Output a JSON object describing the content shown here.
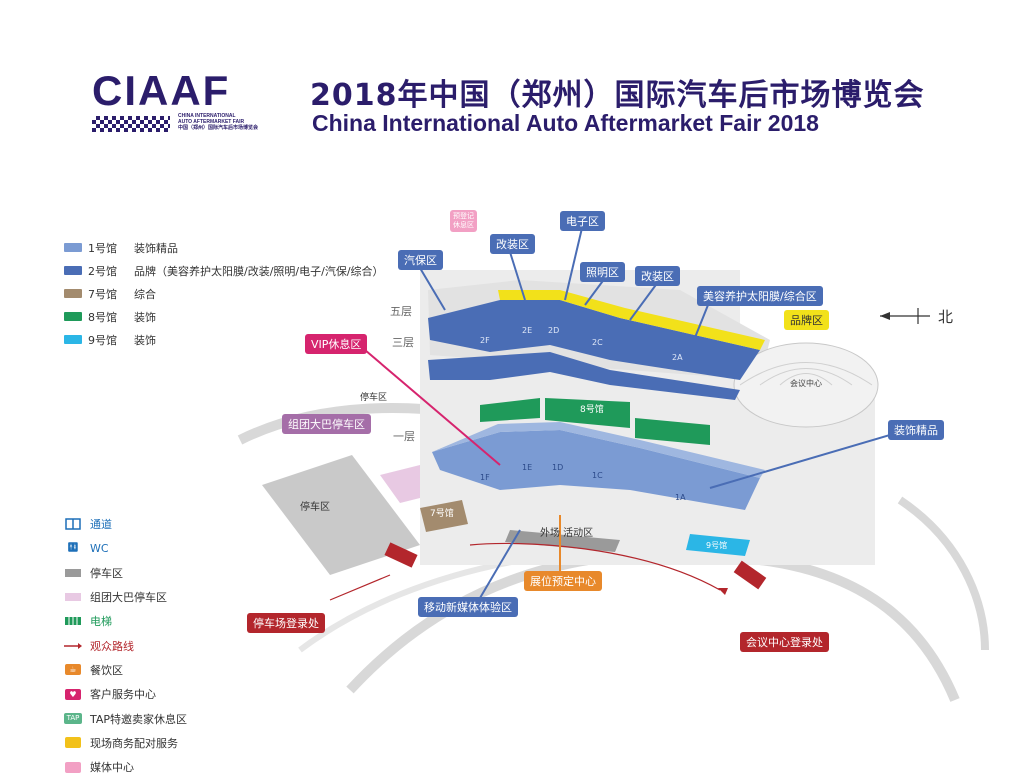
{
  "header": {
    "logo_text": "CIAAF",
    "logo_sub1": "CHINA INTERNATIONAL",
    "logo_sub2": "AUTO AFTERMARKET FAIR",
    "logo_sub3": "中国（郑州）国际汽车后市场博览会",
    "title_cn": "2018年中国（郑州）国际汽车后市场博览会",
    "title_en": "China International Auto Aftermarket Fair 2018"
  },
  "legend_halls": [
    {
      "hall": "1号馆",
      "desc": "装饰精品",
      "color": "#7b9bd3"
    },
    {
      "hall": "2号馆",
      "desc": "品牌（美容养护太阳膜/改装/照明/电子/汽保/综合）",
      "color": "#4a6db5"
    },
    {
      "hall": "7号馆",
      "desc": "综合",
      "color": "#a38b6e"
    },
    {
      "hall": "8号馆",
      "desc": "装饰",
      "color": "#1f9a5a"
    },
    {
      "hall": "9号馆",
      "desc": "装饰",
      "color": "#2bb6e6"
    }
  ],
  "legend_facilities": [
    {
      "icon": "passage-icon",
      "label": "通道",
      "color": "#1d6fb8"
    },
    {
      "icon": "wc-icon",
      "label": "WC",
      "color": "#1d6fb8"
    },
    {
      "icon": "parking-swatch",
      "label": "停车区",
      "color": "#9a9a9a"
    },
    {
      "icon": "bus-parking-swatch",
      "label": "组团大巴停车区",
      "color": "#e8c9e3"
    },
    {
      "icon": "elevator-icon",
      "label": "电梯",
      "color": "#1f9a5a"
    },
    {
      "icon": "route-arrow-icon",
      "label": "观众路线",
      "color": "#b3262c"
    },
    {
      "icon": "dining-icon",
      "label": "餐饮区",
      "color": "#e8892b"
    },
    {
      "icon": "heart-icon",
      "label": "客户服务中心",
      "color": "#d6246e"
    },
    {
      "icon": "tap-icon",
      "label": "TAP特邀卖家休息区",
      "color": "#5bb58a"
    },
    {
      "icon": "business-icon",
      "label": "现场商务配对服务",
      "color": "#f2c11a"
    },
    {
      "icon": "media-icon",
      "label": "媒体中心",
      "color": "#f2a0c4"
    }
  ],
  "map": {
    "north_label": "北",
    "floor_5": "五层",
    "floor_3": "三层",
    "floor_1": "一层",
    "conference_center": "会议中心",
    "parking_large": "停车区",
    "parking_small": "停车区",
    "outdoor_area": "外场 活动区",
    "hall7": "7号馆",
    "hall8": "8号馆",
    "hall9": "9号馆",
    "zones_upper": [
      "2F",
      "2E",
      "2D",
      "2C",
      "2A"
    ],
    "zones_lower": [
      "1F",
      "1E",
      "1D",
      "1C",
      "1A"
    ],
    "callouts": {
      "autosave": "汽保区",
      "pre_register": "预登记",
      "pre_register2": "休息区",
      "modify1": "改装区",
      "electronics": "电子区",
      "lighting": "照明区",
      "modify2": "改装区",
      "beauty": "美容养护太阳膜/综合区",
      "brand": "品牌区",
      "vip": "VIP休息区",
      "bus_parking": "组团大巴停车区",
      "decoration": "装饰精品",
      "booking": "展位预定中心",
      "media_exp": "移动新媒体体验区",
      "parking_reg": "停车场登录处",
      "conf_reg": "会议中心登录处"
    }
  },
  "colors": {
    "brand": "#2b1d6b",
    "hall1": "#7b9bd3",
    "hall2": "#4a6db5",
    "hall7": "#a38b6e",
    "hall8": "#1f9a5a",
    "hall9": "#2bb6e6",
    "yellow": "#f2e11a",
    "red": "#b3262c",
    "vip": "#d6246e",
    "bus": "#a56ea8",
    "orange": "#e8892b"
  }
}
